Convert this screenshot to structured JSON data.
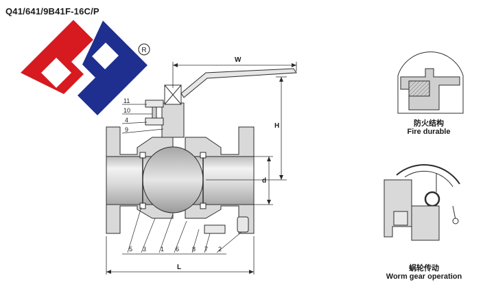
{
  "title": "Q41/641/9B41F-16C/P",
  "logo": {
    "registered_mark": "R",
    "colors": {
      "red": "#d71920",
      "blue": "#1e2f8f"
    }
  },
  "dimensions": {
    "width": "W",
    "height": "H",
    "bore": "d",
    "length": "L"
  },
  "part_labels": {
    "left_stack": [
      "11",
      "10",
      "4",
      "9"
    ],
    "bottom": [
      "5",
      "3",
      "1",
      "6",
      "8",
      "7",
      "2"
    ]
  },
  "details": {
    "fire": {
      "label_cn": "防火结构",
      "label_en": "Fire durable"
    },
    "worm": {
      "label_cn": "蜗轮传动",
      "label_en": "Worm gear operation"
    }
  },
  "colors": {
    "body_fill": "#d9d9d9",
    "line": "#2b2b2b"
  }
}
